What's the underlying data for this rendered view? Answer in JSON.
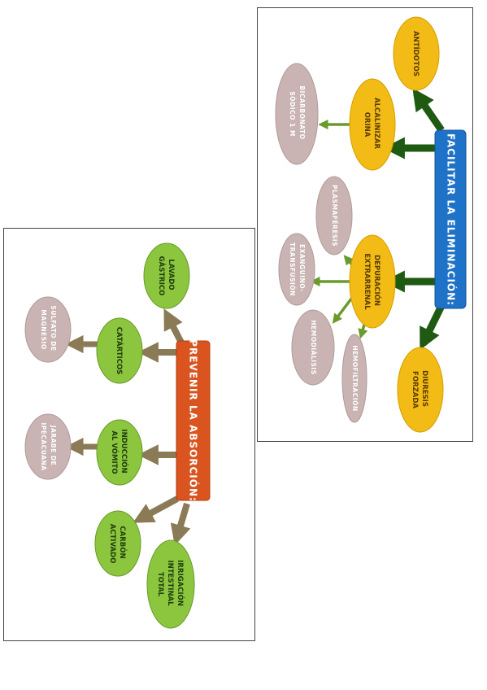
{
  "diagram_left": {
    "central": "PREVENIR LA ABSORCIÓN:",
    "nodes": {
      "lavado": [
        "LAVADO",
        "GÁSTRICO"
      ],
      "catarticos": [
        "CATÁRTICOS"
      ],
      "sulfato": [
        "SULFATO DE",
        "MAGNESIO"
      ],
      "induccion": [
        "INDUCCIÓN",
        "AL VÓMITO"
      ],
      "jarabe": [
        "JARABE DE",
        "IPECACUANA"
      ],
      "carbon": [
        "CARBÓN",
        "ACTIVADO"
      ],
      "irrigacion": [
        "IRRIGACIÓN",
        "INTESTINAL",
        "TOTAL"
      ]
    }
  },
  "diagram_right": {
    "central": "FACILITAR LA ELIMINACIÓN:",
    "nodes": {
      "antidotos": [
        "ANTÍDOTOS"
      ],
      "alcalinizar": [
        "ALCALINIZAR",
        "ORINA"
      ],
      "bicarbonato": [
        "BICARBONATO",
        "SÓDICO 1 M"
      ],
      "depuracion": [
        "DEPURACIÓN",
        "EXTRARRENAL"
      ],
      "plasmaferesis": [
        "PLASMAFÉRESIS"
      ],
      "exanguino": [
        "EXANGUINO-",
        "TRANSFUSIÓN"
      ],
      "hemodialisis": [
        "HEMODIÁLISIS"
      ],
      "hemofiltracion": [
        "HEMOFILTRACIÓN"
      ],
      "diuresis": [
        "DIURESIS",
        "FORZADA"
      ]
    }
  },
  "colors": {
    "red": "#d9541e",
    "green": "#8cc63f",
    "olive": "#8a7a55",
    "pink": "#c9b3b3",
    "blue": "#1e73c8",
    "orange": "#f2bb16",
    "darkgreen": "#1f5a12",
    "midgreen": "#6b9b2c"
  }
}
